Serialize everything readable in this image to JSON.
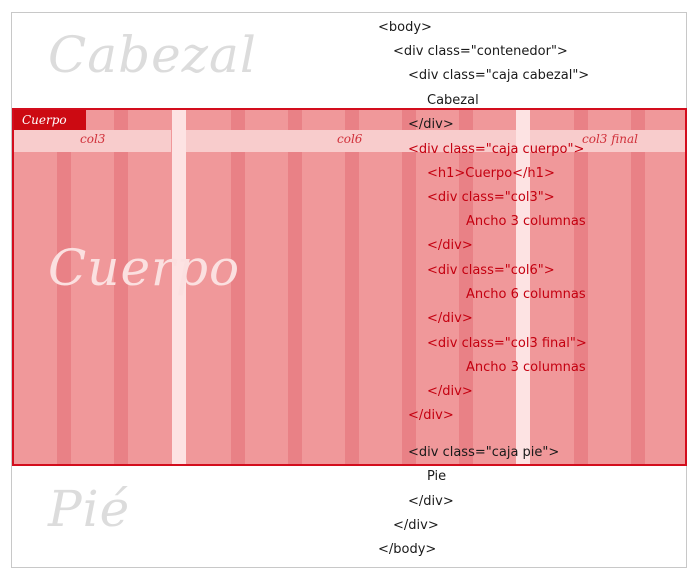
{
  "watermarks": {
    "header": "Cabezal",
    "body": "Cuerpo",
    "footer": "Pié"
  },
  "body_tag": "Cuerpo",
  "columns": [
    {
      "label": "col3"
    },
    {
      "label": "col6"
    },
    {
      "label": "col3 final"
    }
  ],
  "code_lines": [
    {
      "text": "<body>",
      "indent": 0,
      "color": "black"
    },
    {
      "text": "<div class=\"contenedor\">",
      "indent": 1,
      "color": "black"
    },
    {
      "text": "<div class=\"caja cabezal\">",
      "indent": 2,
      "color": "black"
    },
    {
      "text": "Cabezal",
      "indent": 3,
      "color": "black"
    },
    {
      "text": "</div>",
      "indent": 2,
      "color": "black"
    },
    {
      "text": "<div class=\"caja cuerpo\">",
      "indent": 2,
      "color": "red"
    },
    {
      "text": "<h1>Cuerpo</h1>",
      "indent": 3,
      "color": "red"
    },
    {
      "text": "<div class=\"col3\">",
      "indent": 3,
      "color": "red"
    },
    {
      "text": "Ancho 3 columnas",
      "indent": 4,
      "color": "red"
    },
    {
      "text": "</div>",
      "indent": 3,
      "color": "red"
    },
    {
      "text": "<div class=\"col6\">",
      "indent": 3,
      "color": "red"
    },
    {
      "text": "Ancho 6 columnas",
      "indent": 4,
      "color": "red"
    },
    {
      "text": "</div>",
      "indent": 3,
      "color": "red"
    },
    {
      "text": "<div class=\"col3 final\">",
      "indent": 3,
      "color": "red"
    },
    {
      "text": "Ancho 3 columnas",
      "indent": 4,
      "color": "red"
    },
    {
      "text": "</div>",
      "indent": 3,
      "color": "red"
    },
    {
      "text": "</div>",
      "indent": 2,
      "color": "red"
    },
    {
      "text": "<div class=\"caja pie\">",
      "indent": 2,
      "color": "black"
    },
    {
      "text": "Pie",
      "indent": 3,
      "color": "black"
    },
    {
      "text": "</div>",
      "indent": 2,
      "color": "black"
    },
    {
      "text": "</div>",
      "indent": 1,
      "color": "black"
    },
    {
      "text": "</body>",
      "indent": 0,
      "color": "black"
    }
  ],
  "colors": {
    "body_fill": "#f0989a",
    "body_border": "#d30d1d",
    "code_red": "#c40010",
    "code_black": "#1a1a1a"
  }
}
